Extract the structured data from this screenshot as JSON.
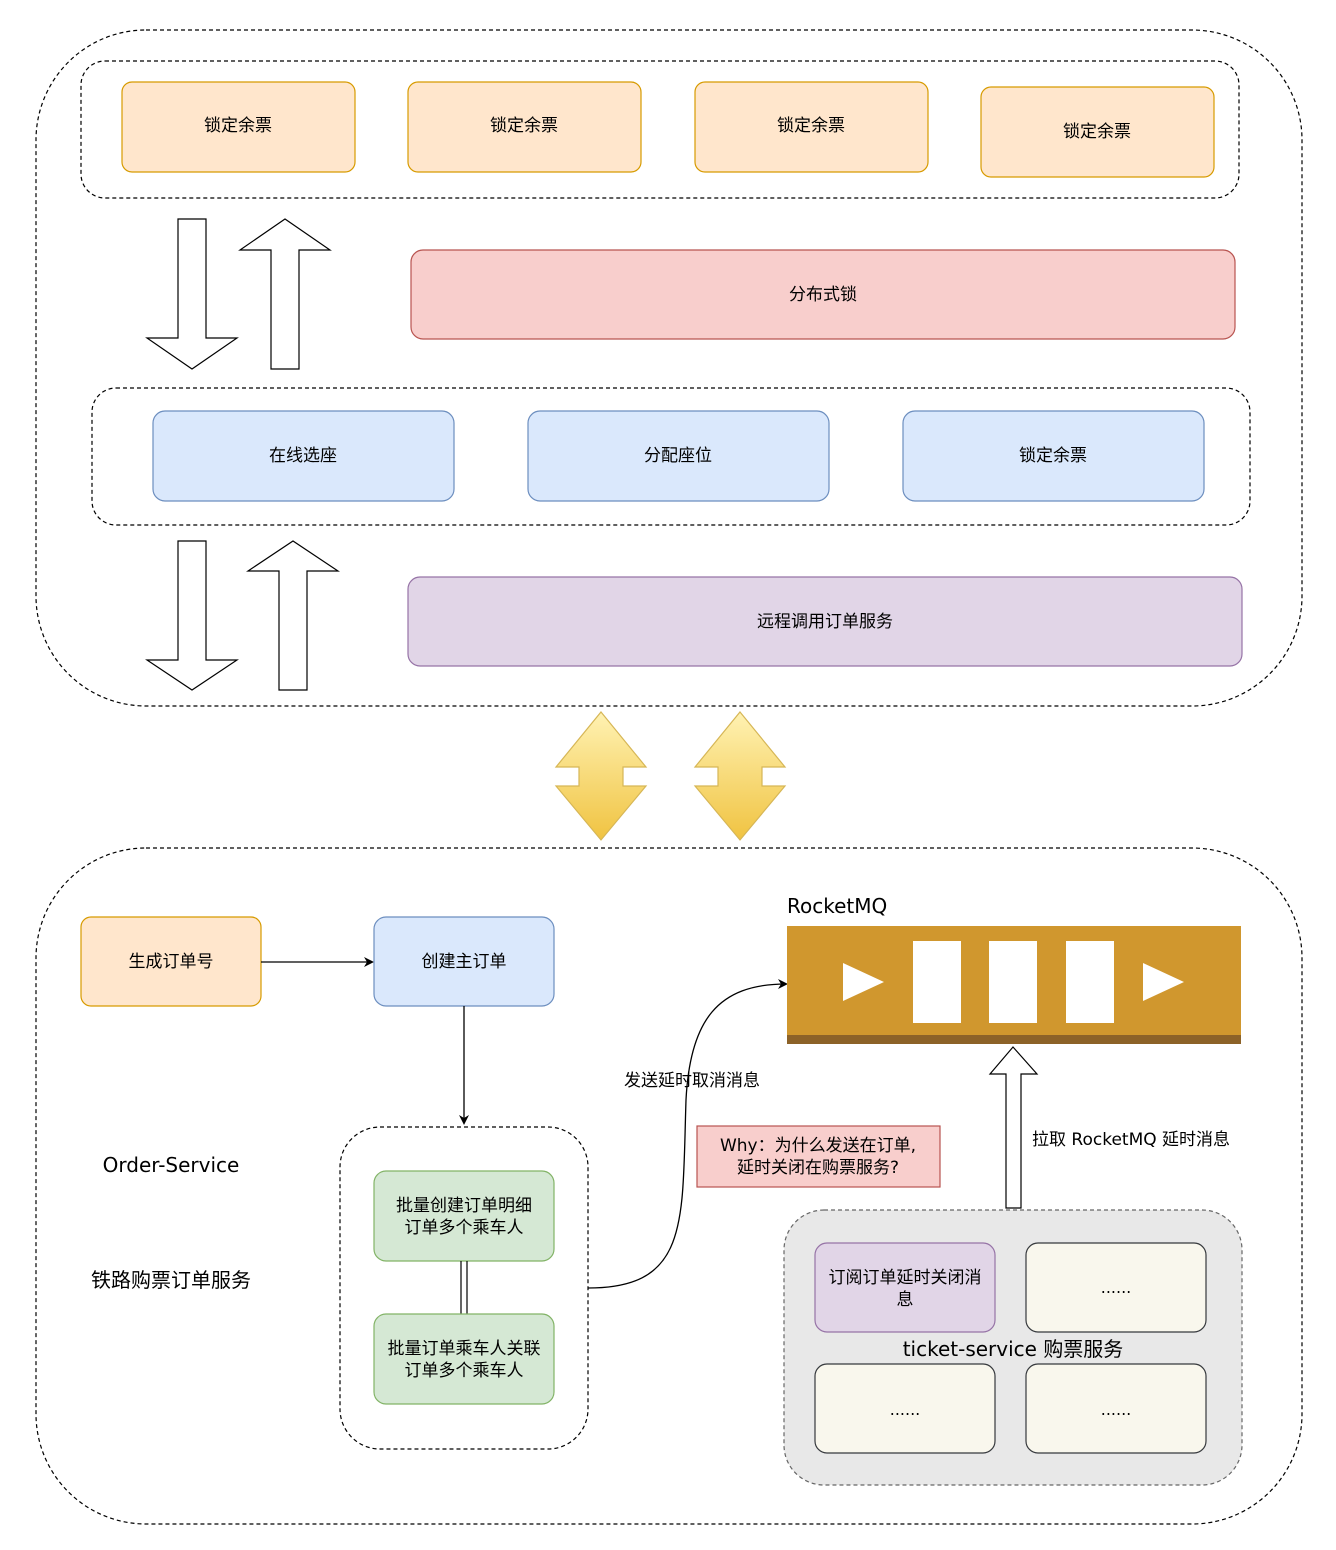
{
  "top_group": {
    "lock_row": [
      "锁定余票",
      "锁定余票",
      "锁定余票",
      "锁定余票"
    ],
    "distributed_lock": "分布式锁",
    "seat_row": [
      "在线选座",
      "分配座位",
      "锁定余票"
    ],
    "remote_call": "远程调用订单服务"
  },
  "order_service": {
    "generate_order_no": "生成订单号",
    "create_main_order": "创建主订单",
    "batch_create_detail": [
      "批量创建订单明细",
      "订单多个乘车人"
    ],
    "batch_passenger_link": [
      "批量订单乘车人关联",
      "订单多个乘车人"
    ],
    "service_name_en": "Order-Service",
    "service_name_cn": "铁路购票订单服务",
    "send_delay_label": "发送延时取消消息",
    "why_note": [
      "Why：为什么发送在订单,",
      "延时关闭在购票服务?"
    ]
  },
  "rocketmq": {
    "title": "RocketMQ",
    "pull_label": "拉取 RocketMQ 延时消息"
  },
  "ticket_service": {
    "subscribe_box": [
      "订阅订单延时关闭消",
      "息"
    ],
    "placeholder": "......",
    "label": "ticket-service 购票服务"
  },
  "colors": {
    "orange_fill": "#ffe6cc",
    "orange_stroke": "#d79b00",
    "red_fill": "#f8cecc",
    "red_stroke": "#b85450",
    "blue_fill": "#dae8fc",
    "blue_stroke": "#6c8ebf",
    "purple_fill": "#e1d5e7",
    "purple_stroke": "#9673a6",
    "green_fill": "#d5e8d4",
    "green_stroke": "#82b366",
    "mq_body": "#d0972e",
    "mq_base": "#8c6228",
    "ticket_bg": "#e8e8e8",
    "ticket_item": "#f9f7ed",
    "yellow_arrow": "#f5cc5c"
  },
  "icons": [
    "hollow-down-arrow-icon",
    "hollow-up-arrow-icon",
    "yellow-bidirectional-arrow-icon",
    "queue-play-icon",
    "queue-message-block-icon"
  ]
}
